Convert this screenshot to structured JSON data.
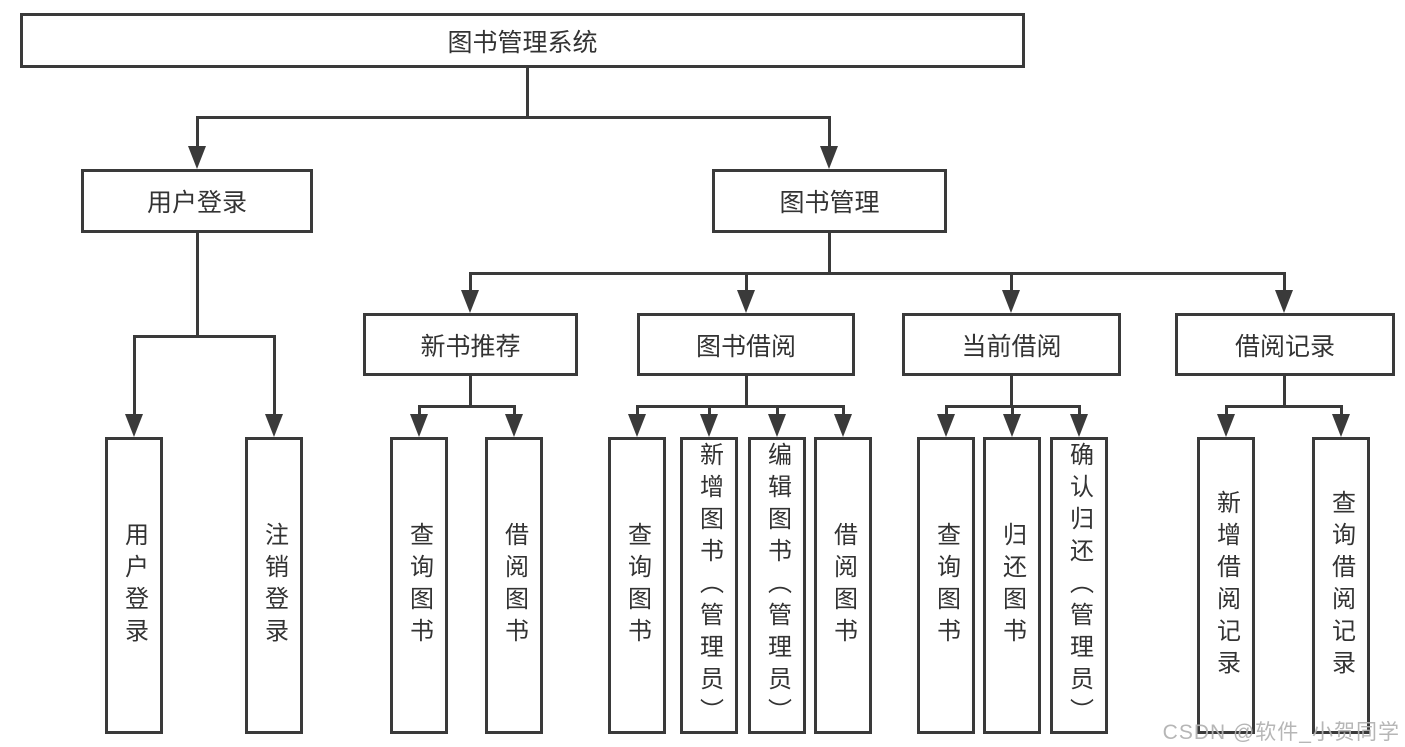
{
  "diagram": {
    "title": "图书管理系统",
    "level2": [
      {
        "label": "用户登录"
      },
      {
        "label": "图书管理"
      }
    ],
    "level3": [
      {
        "label": "新书推荐"
      },
      {
        "label": "图书借阅"
      },
      {
        "label": "当前借阅"
      },
      {
        "label": "借阅记录"
      }
    ],
    "leaves": {
      "login": [
        "用户登录",
        "注销登录"
      ],
      "recommend": [
        "查询图书",
        "借阅图书"
      ],
      "borrow": [
        "查询图书",
        "新增图书（管理员）",
        "编辑图书（管理员）",
        "借阅图书"
      ],
      "current": [
        "查询图书",
        "归还图书",
        "确认归还（管理员）"
      ],
      "records": [
        "新增借阅记录",
        "查询借阅记录"
      ]
    }
  },
  "watermark": "CSDN @软件_小贺同学",
  "colors": {
    "line": "#3a3a3a",
    "text": "#333333",
    "watermark": "#b3b3b3",
    "background": "#ffffff"
  }
}
